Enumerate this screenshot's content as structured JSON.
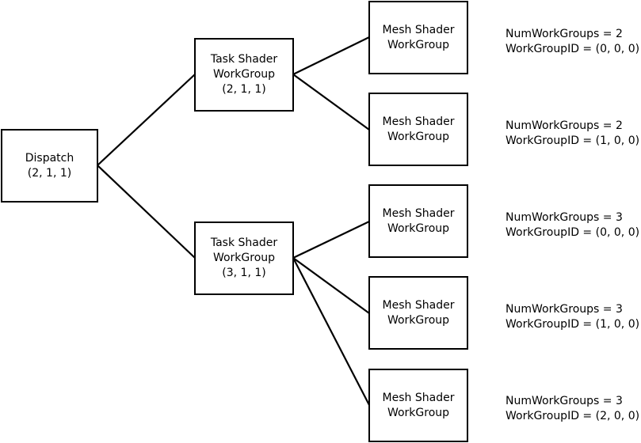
{
  "dispatch": {
    "line1": "Dispatch",
    "line2": "(2, 1, 1)"
  },
  "task_shaders": [
    {
      "line1": "Task Shader",
      "line2": "WorkGroup",
      "line3": "(2, 1, 1)"
    },
    {
      "line1": "Task Shader",
      "line2": "WorkGroup",
      "line3": "(3, 1, 1)"
    }
  ],
  "mesh_shaders": [
    {
      "line1": "Mesh Shader",
      "line2": "WorkGroup",
      "note_count": "NumWorkGroups = 2",
      "note_id": "WorkGroupID = (0, 0, 0)"
    },
    {
      "line1": "Mesh Shader",
      "line2": "WorkGroup",
      "note_count": "NumWorkGroups = 2",
      "note_id": "WorkGroupID = (1, 0, 0)"
    },
    {
      "line1": "Mesh Shader",
      "line2": "WorkGroup",
      "note_count": "NumWorkGroups = 3",
      "note_id": "WorkGroupID = (0, 0, 0)"
    },
    {
      "line1": "Mesh Shader",
      "line2": "WorkGroup",
      "note_count": "NumWorkGroups = 3",
      "note_id": "WorkGroupID = (1, 0, 0)"
    },
    {
      "line1": "Mesh Shader",
      "line2": "WorkGroup",
      "note_count": "NumWorkGroups = 3",
      "note_id": "WorkGroupID = (2, 0, 0)"
    }
  ]
}
